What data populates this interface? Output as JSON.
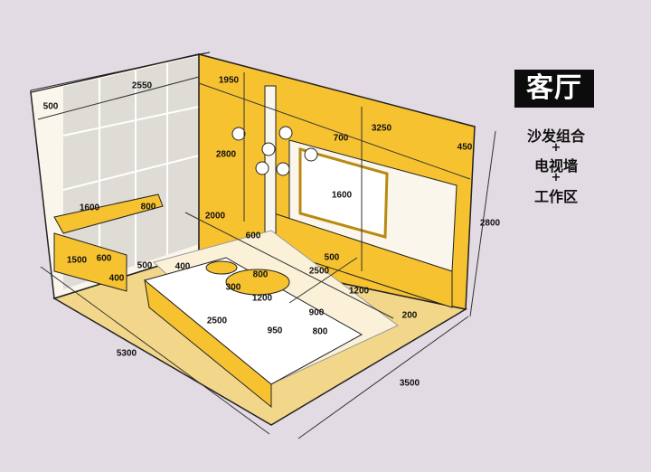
{
  "title": "客厅",
  "subtitle_lines": [
    "沙发组合",
    "+",
    "电视墙",
    "+",
    "工作区"
  ],
  "colors": {
    "background": "#e3dbe3",
    "accent_yellow": "#f7c230",
    "floor": "#f2d68a",
    "wall": "#faf6ec",
    "title_bg": "#0c0c0c"
  },
  "dimensions": [
    "500",
    "2550",
    "1950",
    "3250",
    "700",
    "450",
    "2800",
    "1600",
    "1600",
    "800",
    "2000",
    "600",
    "2800",
    "1500",
    "600",
    "400",
    "500",
    "400",
    "500",
    "2500",
    "800",
    "300",
    "1200",
    "1200",
    "900",
    "200",
    "2500",
    "950",
    "800",
    "5300",
    "3500"
  ]
}
